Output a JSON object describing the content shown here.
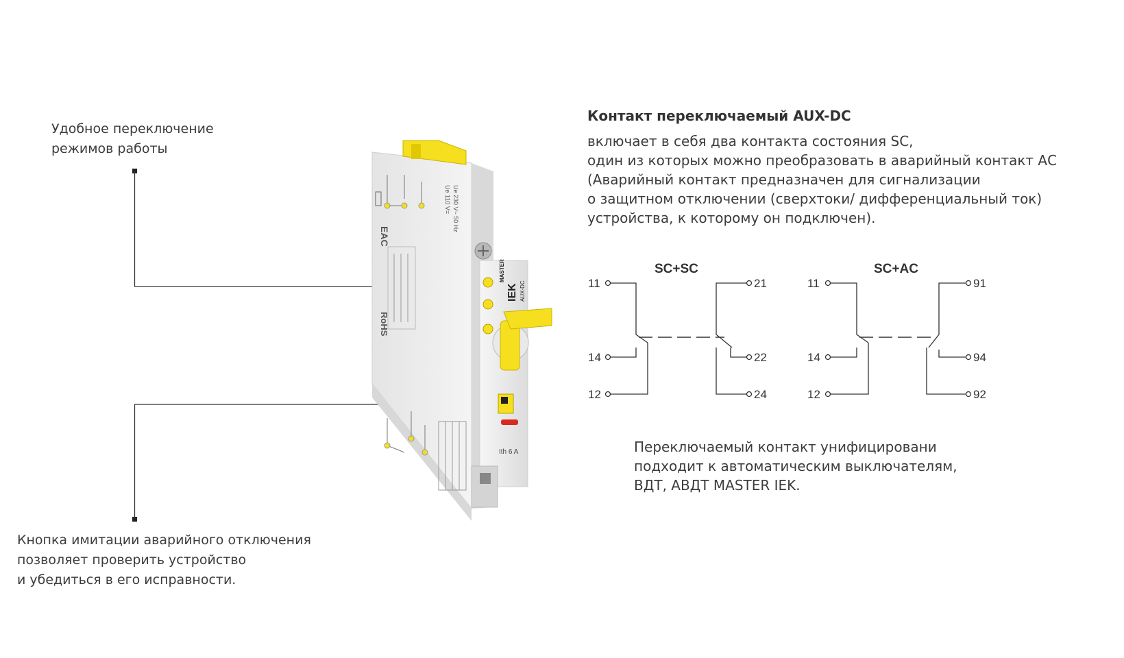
{
  "callouts": {
    "top": [
      "Удобное переключение",
      "режимов работы"
    ],
    "bottom": [
      "Кнопка имитации аварийного отключения",
      "позволяет проверить устройство",
      "и убедиться в его исправности."
    ]
  },
  "description": {
    "title": "Контакт переключаемый AUX-DC",
    "lines": [
      "включает в себя два контакта состояния SC,",
      "один из которых можно преобразовать в аварийный контакт АС",
      "(Аварийный контакт предназначен для сигнализации",
      "о защитном отключении (сверхтоки/ дифференциальный ток)",
      "устройства, к которому он подключен)."
    ]
  },
  "schemes": [
    {
      "label": "SC+SC",
      "left_terminals": [
        "11",
        "14",
        "12"
      ],
      "right_terminals": [
        "21",
        "22",
        "24"
      ]
    },
    {
      "label": "SC+AC",
      "left_terminals": [
        "11",
        "14",
        "12"
      ],
      "right_terminals": [
        "91",
        "94",
        "92"
      ]
    }
  ],
  "bottom_note": [
    "Переключаемый контакт унифицировани",
    "подходит к автоматическим выключателям,",
    "ВДТ, АВДТ MASTER IEK."
  ],
  "device": {
    "brand_top": "MASTER",
    "brand": "IEK",
    "model": "AUX-DC",
    "rating": "Ith 6 A",
    "side_label_1": "Ue 230 V~ 50 Hz",
    "side_label_2": "Ue 110 V=",
    "marking_1": "EAC",
    "marking_2": "RoHS"
  },
  "colors": {
    "accent_yellow": "#f5df1e",
    "device_body": "#ececec",
    "line": "#333333",
    "indicator_red": "#d72a20"
  }
}
